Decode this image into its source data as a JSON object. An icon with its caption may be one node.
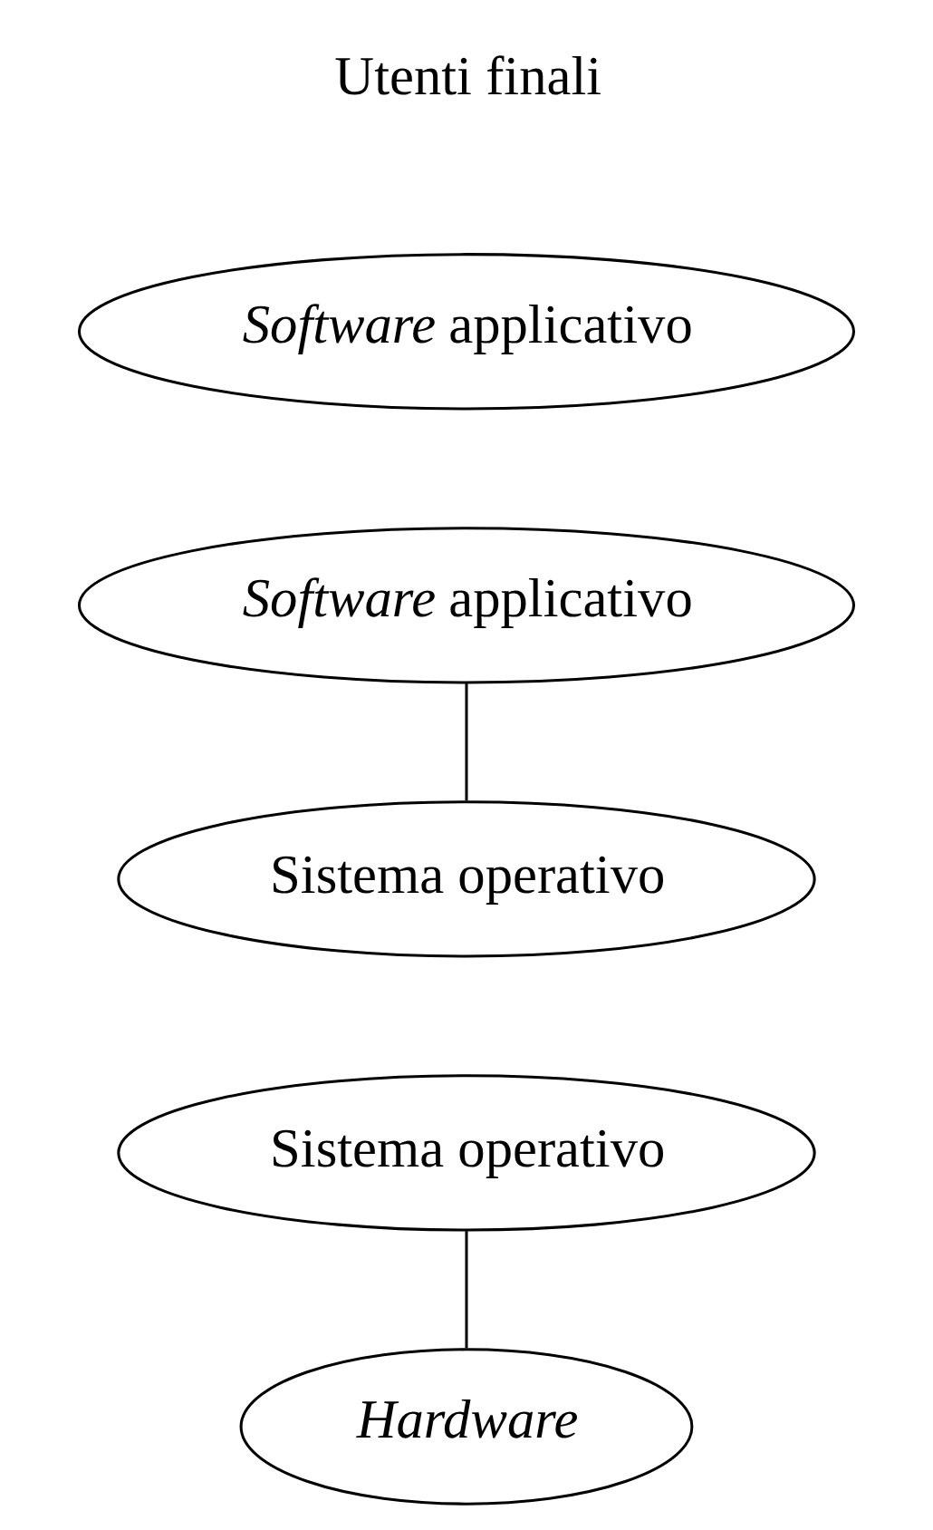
{
  "diagram": {
    "nodes": [
      {
        "text": [
          "*Software* applicativo"
        ]
      },
      {
        "text": [
          "*Software* applicativo"
        ]
      },
      {
        "text": [
          "Sistema operativo"
        ]
      },
      {
        "text": [
          "Sistema operativo"
        ]
      },
      {
        "text": [
          "Hardware"
        ]
      }
    ],
    "edges": [
      {
        "from": 1,
        "to": 2,
        "arrow": "none"
      },
      {
        "from": 3,
        "to": 4,
        "arrow": "none"
      }
    ],
    "labels": [
      "Utenti finali"
    ]
  }
}
